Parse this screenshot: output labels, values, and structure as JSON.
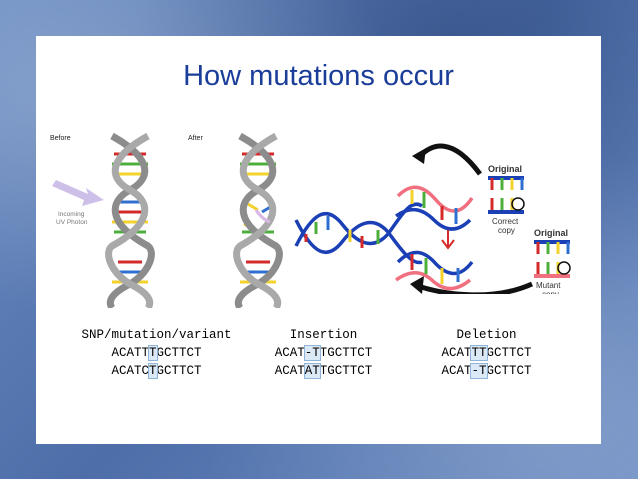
{
  "slide": {
    "title": "How mutations occur"
  },
  "figure_left": {
    "before_label": "Before",
    "after_label": "After",
    "photon_label_line1": "Incoming",
    "photon_label_line2": "UV Photon"
  },
  "figure_right": {
    "original_label_top": "Original",
    "correct_copy_line1": "Correct",
    "correct_copy_line2": "copy",
    "original_label_bottom": "Original",
    "mutant_copy_line1": "Mutant",
    "mutant_copy_line2": "copy"
  },
  "sequences": {
    "snp": {
      "heading": "SNP/mutation/variant",
      "line1_pre": "ACATT",
      "line1_hl": "T",
      "line1_post": "GCTTCT",
      "line2_pre": "ACATC",
      "line2_hl": "T",
      "line2_post": "GCTTCT"
    },
    "insertion": {
      "heading": "Insertion",
      "line1_pre": "ACAT",
      "line1_hl": "-T",
      "line1_post": "TGCTTCT",
      "line2_pre": "ACAT",
      "line2_hl": "AT",
      "line2_post": "TGCTTCT"
    },
    "deletion": {
      "heading": "Deletion",
      "line1_pre": "ACAT",
      "line1_hl": "TT",
      "line1_post": "GCTTCT",
      "line2_pre": "ACAT",
      "line2_hl": "-T",
      "line2_post": "GCTTCT"
    }
  },
  "colors": {
    "title": "#1a3d9a",
    "base_red": "#d42a2a",
    "base_green": "#4caf3a",
    "base_yellow": "#f2d22b",
    "base_blue": "#2f6fd0",
    "strand_grey": "#8c8c8c",
    "strand_blue": "#1b3fb5",
    "strand_pink": "#f07080"
  }
}
